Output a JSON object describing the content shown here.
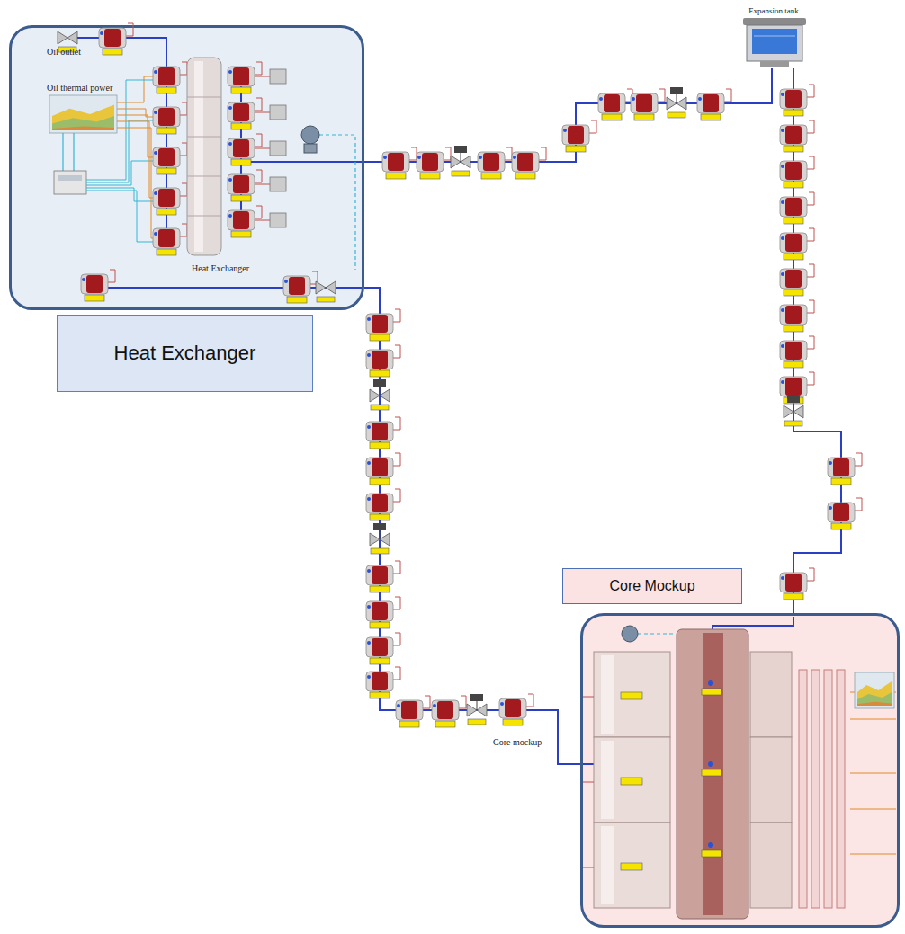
{
  "diagram": {
    "nodes": [
      {
        "text": [
          "Heat Exchanger"
        ]
      },
      {
        "text": [
          "Heat Exchanger"
        ]
      },
      {
        "text": [
          "Expansion tank"
        ]
      },
      {
        "text": [
          "Core Mockup"
        ]
      },
      {
        "text": [
          "Core mockup"
        ]
      }
    ],
    "edges": [
      {
        "from": 0,
        "to": 2,
        "arrow": "none"
      },
      {
        "from": 2,
        "to": 4,
        "arrow": "none"
      },
      {
        "from": 4,
        "to": 0,
        "arrow": "none"
      }
    ],
    "labels": [
      "Oil outlet",
      "Oil thermal power"
    ]
  }
}
